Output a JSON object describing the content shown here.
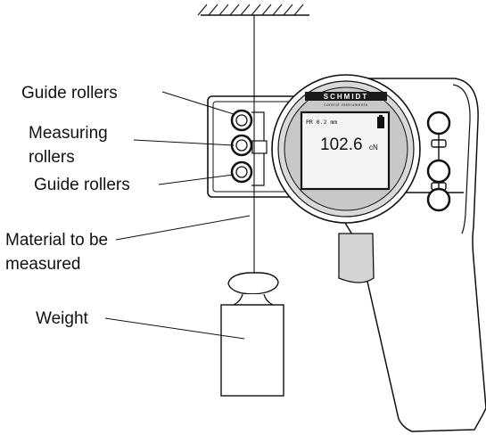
{
  "labels": {
    "guide_rollers_top": "Guide rollers",
    "measuring_rollers_line1": "Measuring",
    "measuring_rollers_line2": "rollers",
    "guide_rollers_bottom": "Guide rollers",
    "material_line1": "Material to be",
    "material_line2": "measured",
    "weight": "Weight"
  },
  "device": {
    "brand": "SCHMIDT",
    "brand_sub": "control instruments",
    "display": {
      "mode": "PR 0.2 mm",
      "reading": "102.6",
      "unit": "cN"
    }
  }
}
